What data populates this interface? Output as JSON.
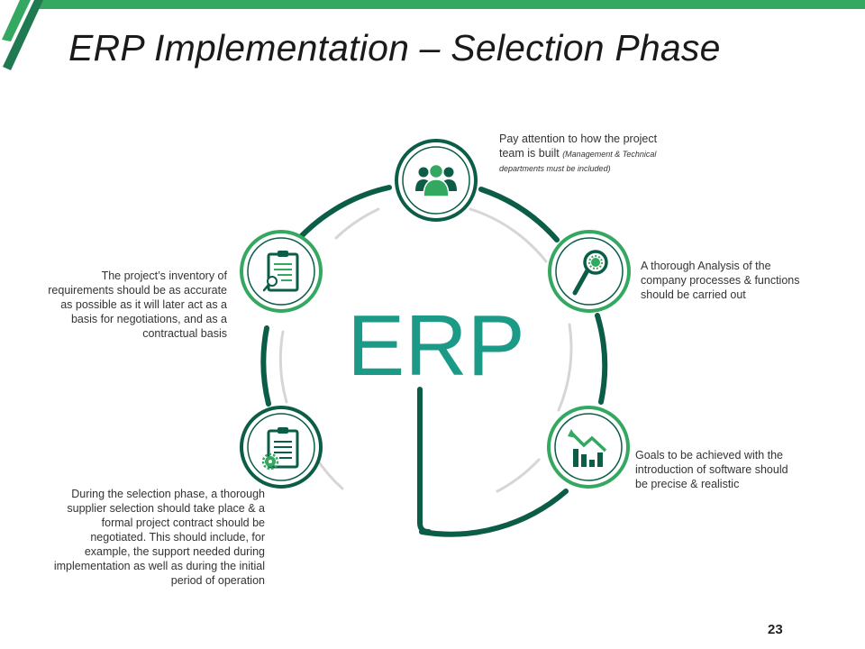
{
  "slide": {
    "title": "ERP Implementation – Selection Phase",
    "page_number": "23",
    "center_label": "ERP",
    "colors": {
      "accent_green": "#34a861",
      "dark_teal": "#0b5d47",
      "erp_teal": "#1b9a87",
      "light_arc": "#d6d6d6"
    }
  },
  "steps": [
    {
      "icon": "team-icon",
      "text": "Pay attention to how the project team is built",
      "note": "(Management & Technical departments must be included)"
    },
    {
      "icon": "magnifier-gear-icon",
      "text": "A thorough Analysis of the company processes & functions should be carried out"
    },
    {
      "icon": "chart-arrow-icon",
      "text": "Goals to be achieved with the introduction of software should be precise & realistic"
    },
    {
      "icon": "clipboard-gear-icon",
      "text": "During the selection phase, a thorough supplier selection should take place & a formal project contract should be negotiated. This should include, for example, the support needed during implementation as well as during the initial period of operation"
    },
    {
      "icon": "clipboard-search-icon",
      "text": "The project’s inventory of requirements should be as accurate as possible as it will later act as a basis for negotiations, and as a contractual basis"
    }
  ]
}
